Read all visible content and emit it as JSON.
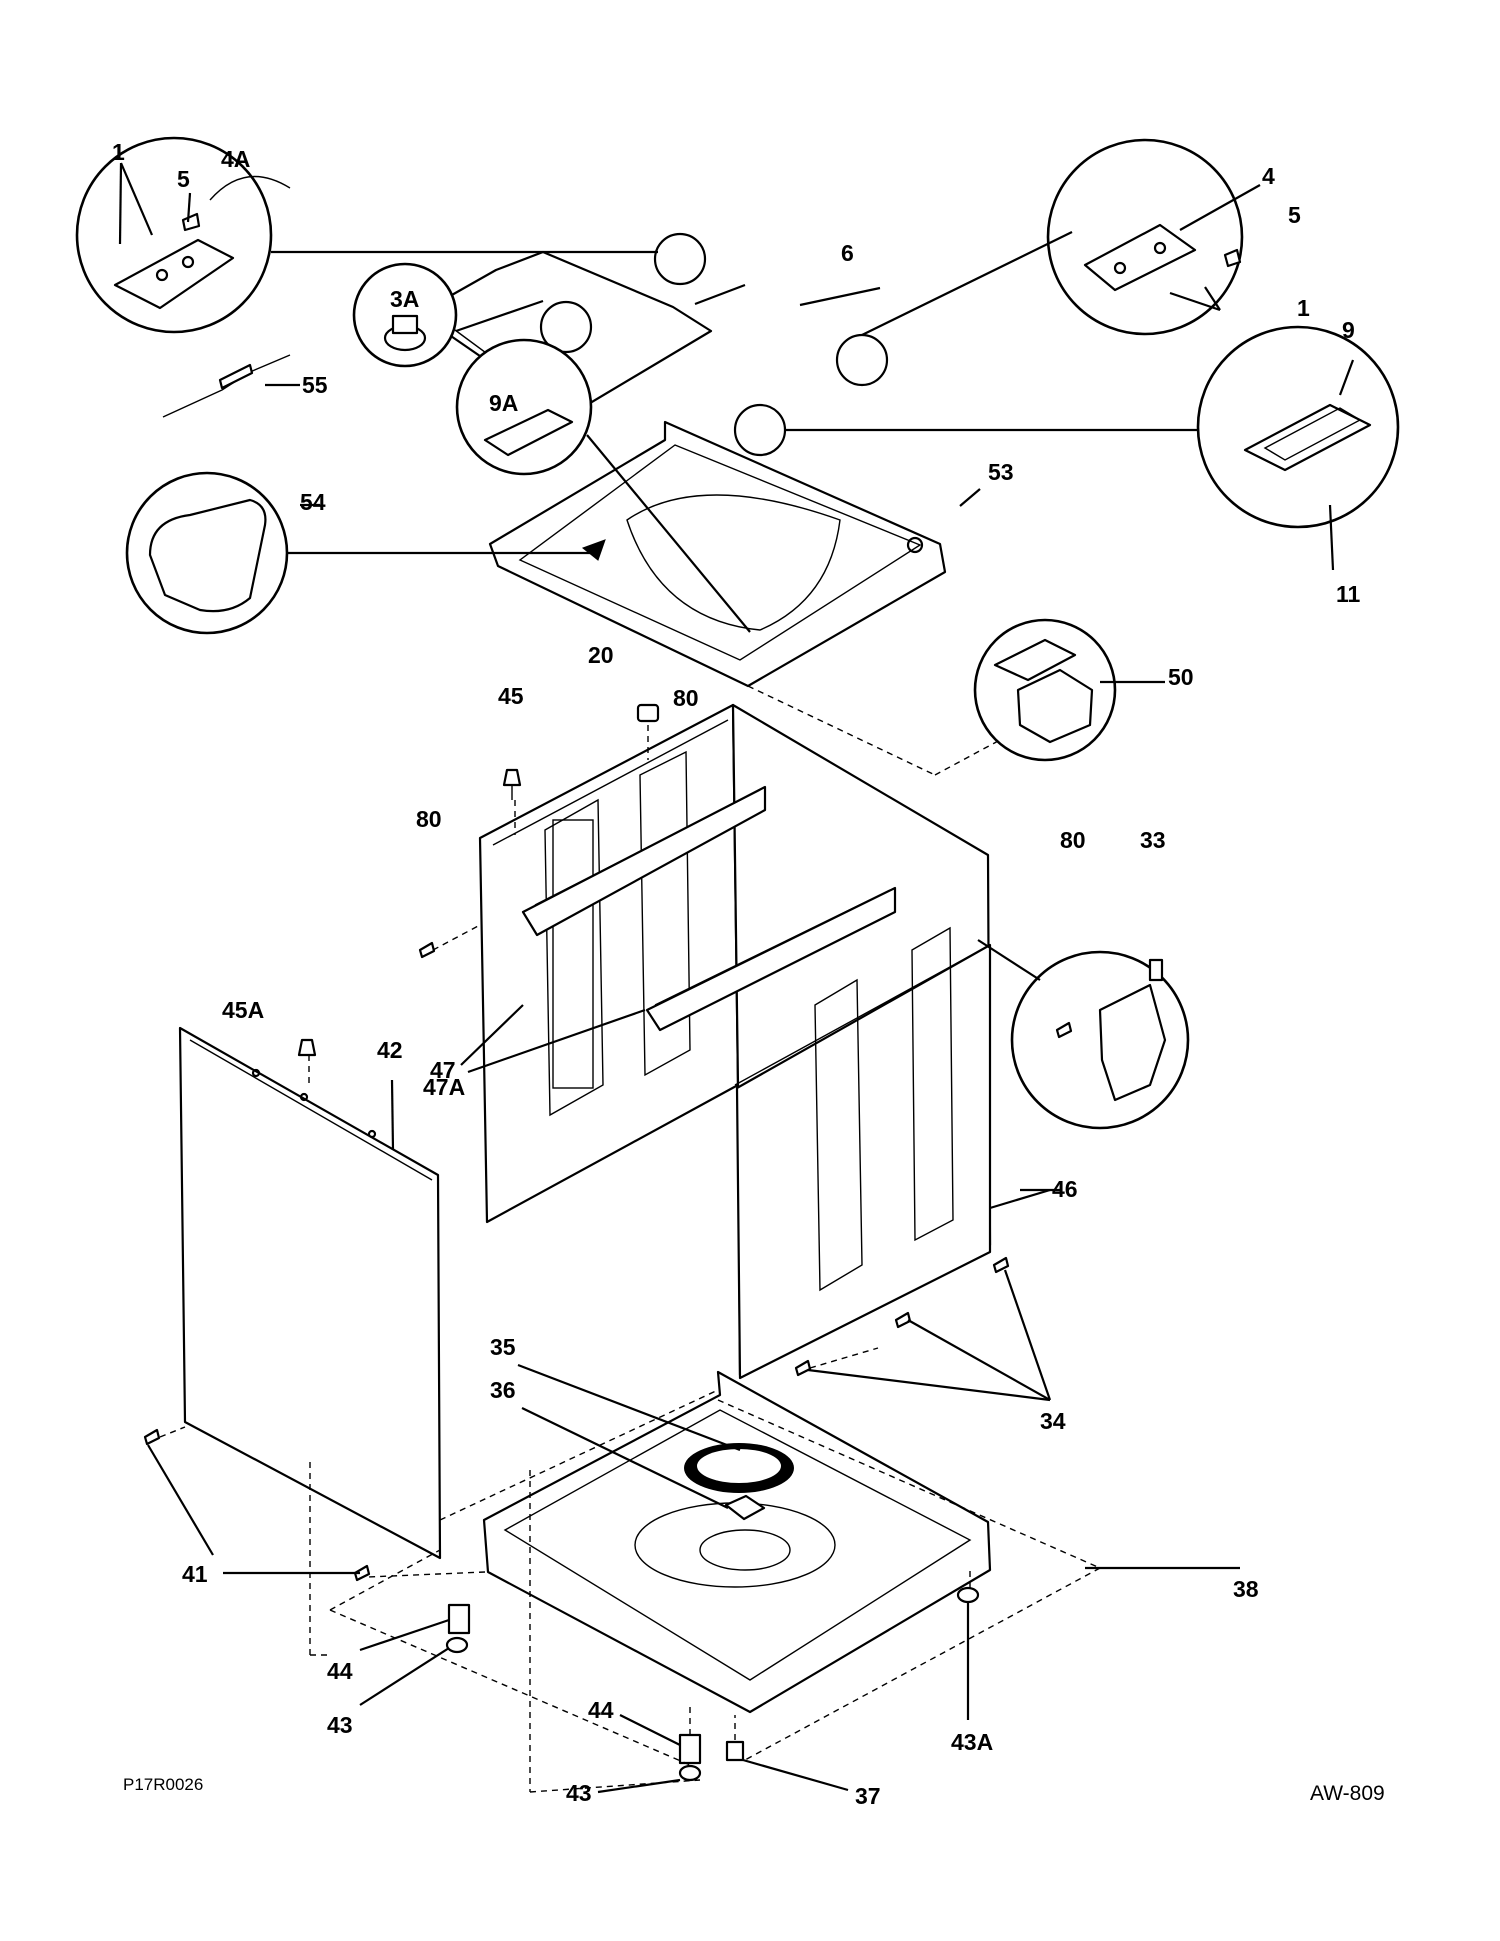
{
  "callouts": {
    "c1_left": "1",
    "c5_left": "5",
    "c4A": "4A",
    "c6": "6",
    "c4": "4",
    "c5_right": "5",
    "c1_right": "1",
    "c3A": "3A",
    "c55": "55",
    "c9A": "9A",
    "c9": "9",
    "c53": "53",
    "c54": "54",
    "c11": "11",
    "c20": "20",
    "c80_top": "80",
    "c45": "45",
    "c50": "50",
    "c80_left": "80",
    "c80_right": "80",
    "c33": "33",
    "c47A": "47A",
    "c45A": "45A",
    "c42": "42",
    "c47": "47",
    "c46": "46",
    "c35": "35",
    "c36": "36",
    "c34": "34",
    "c41": "41",
    "c38": "38",
    "c44_left": "44",
    "c43_left": "43",
    "c44_bottom": "44",
    "c43_bottom": "43",
    "c37": "37",
    "c43A": "43A"
  },
  "footer": {
    "drawing_code": "P17R0026",
    "page_code": "AW-809"
  }
}
